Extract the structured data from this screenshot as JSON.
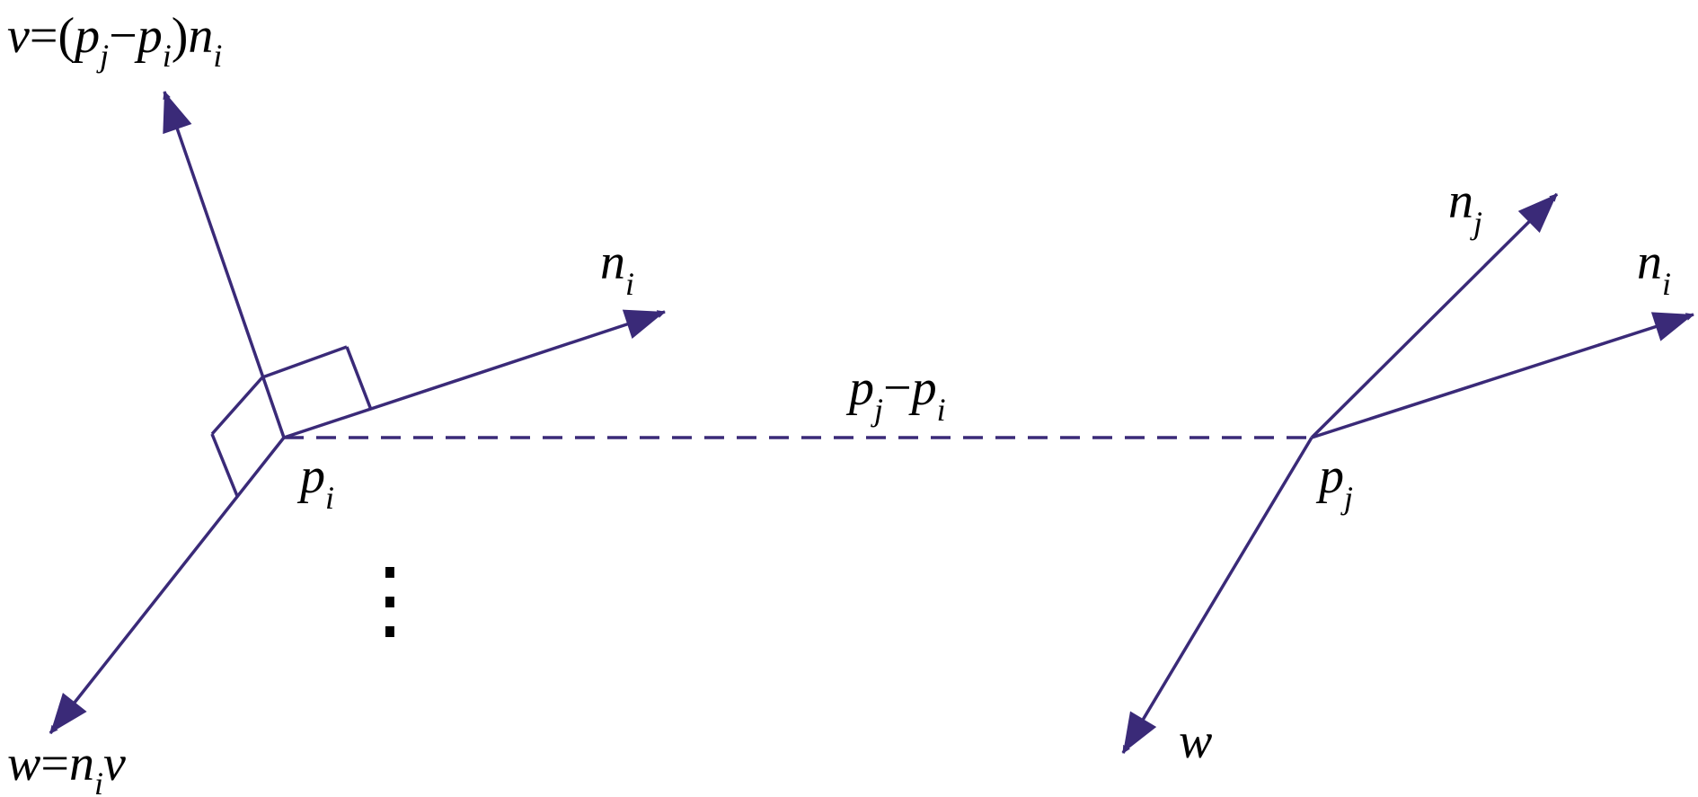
{
  "colors": {
    "line": "#3a2a78",
    "text": "#000000",
    "background": "#ffffff"
  },
  "labels": {
    "v_formula": {
      "v": "v",
      "eq": "=(",
      "p1": "p",
      "p1_sub": "j",
      "minus": "−",
      "p2": "p",
      "p2_sub": "i",
      "close": ")",
      "n": "n",
      "n_sub": "i"
    },
    "w_formula": {
      "w": "w",
      "eq": "=",
      "n": "n",
      "n_sub": "i",
      "v": "v"
    },
    "ni_left": {
      "base": "n",
      "sub": "i"
    },
    "nj_right": {
      "base": "n",
      "sub": "j"
    },
    "ni_right": {
      "base": "n",
      "sub": "i"
    },
    "pi": {
      "base": "p",
      "sub": "i"
    },
    "pj": {
      "base": "p",
      "sub": "j"
    },
    "diff": {
      "p1": "p",
      "p1_sub": "j",
      "minus": "−",
      "p2": "p",
      "p2_sub": "i"
    },
    "w_right": "w",
    "vdots": "⋮"
  }
}
